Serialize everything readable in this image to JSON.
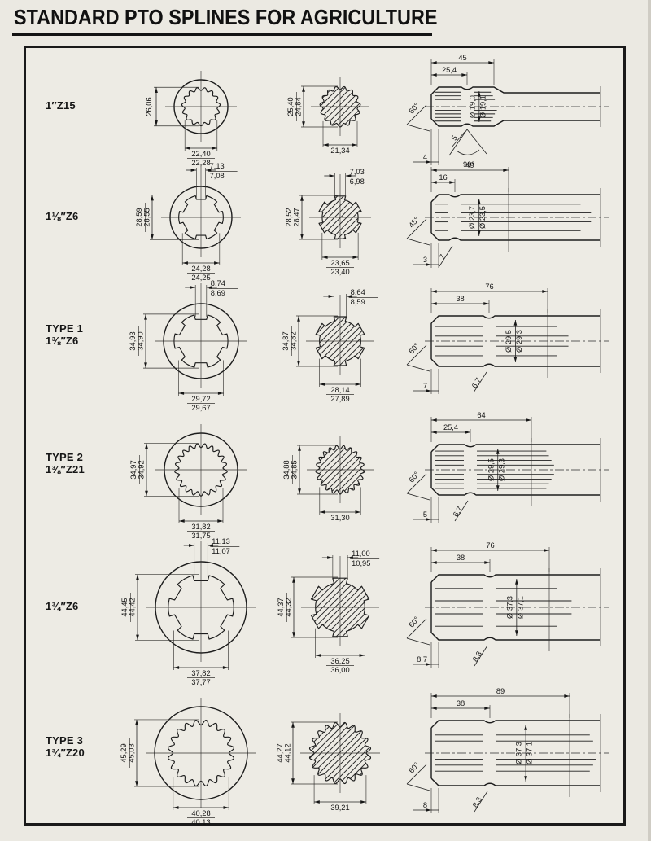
{
  "page": {
    "title": "STANDARD PTO SPLINES FOR AGRICULTURE"
  },
  "rows": [
    {
      "type_label": "",
      "size_label": "1″Z15",
      "female": {
        "teeth": 15,
        "style": "round",
        "top": null,
        "side": [
          "26,06"
        ],
        "bottom": [
          "22,40",
          "22,28"
        ]
      },
      "male": {
        "teeth": 15,
        "style": "round",
        "top": null,
        "side": [
          "25,40",
          "24,84"
        ],
        "bottom": [
          "21,34"
        ]
      },
      "shaft": {
        "total": "45",
        "sub": "25,4",
        "dia": [
          "Ø 19,0",
          "Ø 19,1"
        ],
        "chamfer_angle": "60°",
        "notch": "5",
        "extra_angle": "90°",
        "end": "4"
      }
    },
    {
      "type_label": "",
      "size_label": "1⅛″Z6",
      "female": {
        "teeth": 6,
        "style": "square",
        "top": [
          "7,13",
          "7,08"
        ],
        "side": [
          "28,59",
          "28,55"
        ],
        "bottom": [
          "24,28",
          "24,25"
        ]
      },
      "male": {
        "teeth": 6,
        "style": "square",
        "top": [
          "7,03",
          "6,98"
        ],
        "side": [
          "28,52",
          "28,47"
        ],
        "bottom": [
          "23,65",
          "23,40"
        ]
      },
      "shaft": {
        "total": "49",
        "sub": "16",
        "dia": [
          "Ø 23,7",
          "Ø 23,5"
        ],
        "chamfer_angle": "45°",
        "notch": "7",
        "extra_angle": null,
        "end": "3"
      }
    },
    {
      "type_label": "TYPE 1",
      "size_label": "1⅜″Z6",
      "female": {
        "teeth": 6,
        "style": "square",
        "top": [
          "8,74",
          "8,69"
        ],
        "side": [
          "34,93",
          "34,90"
        ],
        "bottom": [
          "29,72",
          "29,67"
        ]
      },
      "male": {
        "teeth": 6,
        "style": "square",
        "top": [
          "8,64",
          "8,59"
        ],
        "side": [
          "34,87",
          "34,82"
        ],
        "bottom": [
          "28,14",
          "27,89"
        ]
      },
      "shaft": {
        "total": "76",
        "sub": "38",
        "dia": [
          "Ø 29,5",
          "Ø 29,3"
        ],
        "chamfer_angle": "60°",
        "notch": "6,7",
        "extra_angle": null,
        "end": "7"
      }
    },
    {
      "type_label": "TYPE 2",
      "size_label": "1⅜″Z21",
      "female": {
        "teeth": 21,
        "style": "round",
        "top": null,
        "side": [
          "34,97",
          "34,92"
        ],
        "bottom": [
          "31,82",
          "31,75"
        ]
      },
      "male": {
        "teeth": 21,
        "style": "round",
        "top": null,
        "side": [
          "34,88",
          "34,85"
        ],
        "bottom": [
          "31,30"
        ]
      },
      "shaft": {
        "total": "64",
        "sub": "25,4",
        "dia": [
          "Ø 29,5",
          "Ø 29,3"
        ],
        "chamfer_angle": "60°",
        "notch": "6,7",
        "extra_angle": null,
        "end": "5"
      }
    },
    {
      "type_label": "",
      "size_label": "1¾″Z6",
      "female": {
        "teeth": 6,
        "style": "square",
        "top": [
          "11,13",
          "11,07"
        ],
        "side": [
          "44,45",
          "44,42"
        ],
        "bottom": [
          "37,82",
          "37,77"
        ]
      },
      "male": {
        "teeth": 6,
        "style": "square",
        "top": [
          "11,00",
          "10,95"
        ],
        "side": [
          "44,37",
          "44,32"
        ],
        "bottom": [
          "36,25",
          "36,00"
        ]
      },
      "shaft": {
        "total": "76",
        "sub": "38",
        "dia": [
          "Ø 37,3",
          "Ø 37,1"
        ],
        "chamfer_angle": "60°",
        "notch": "8,3",
        "extra_angle": null,
        "end": "8,7"
      }
    },
    {
      "type_label": "TYPE 3",
      "size_label": "1¾″Z20",
      "female": {
        "teeth": 20,
        "style": "round",
        "top": null,
        "side": [
          "45,29",
          "45,03"
        ],
        "bottom": [
          "40,28",
          "40,13"
        ]
      },
      "male": {
        "teeth": 20,
        "style": "round",
        "top": null,
        "side": [
          "44,27",
          "44,12"
        ],
        "bottom": [
          "39,21"
        ]
      },
      "shaft": {
        "total": "89",
        "sub": "38",
        "dia": [
          "Ø 37,3",
          "Ø 37,1"
        ],
        "chamfer_angle": "60°",
        "notch": "8,3",
        "extra_angle": null,
        "end": "8"
      }
    }
  ]
}
